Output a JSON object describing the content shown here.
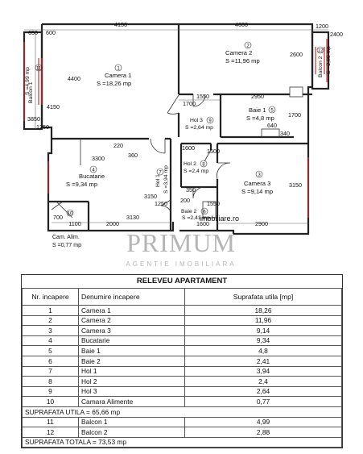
{
  "rooms": [
    {
      "num": "1",
      "name": "Camera 1",
      "area": "S =18,26 mp"
    },
    {
      "num": "2",
      "name": "Camera 2",
      "area": "S =11,96 mp"
    },
    {
      "num": "3",
      "name": "Camera 3",
      "area": "S =9,14 mp"
    },
    {
      "num": "4",
      "name": "Bucatarie",
      "area": "S =9,34 mp"
    },
    {
      "num": "5",
      "name": "Baie 1",
      "area": "S =4,8 mp"
    },
    {
      "num": "6",
      "name": "Baie 2",
      "area": "S =2,41 mp"
    },
    {
      "num": "7",
      "name": "Hol 1",
      "area": "S =3,94 mp"
    },
    {
      "num": "8",
      "name": "Hol 2",
      "area": "S =2,4 mp"
    },
    {
      "num": "9",
      "name": "Hol 3",
      "area": "S =2,64 mp"
    },
    {
      "num": "10",
      "name": "Cam. Alim.",
      "area": "S =0,77 mp"
    },
    {
      "num": "11",
      "name": "Balcon 1",
      "area": "S =4,99 mp"
    },
    {
      "num": "12",
      "name": "Balcon 2",
      "area": "S =2,88 mp"
    }
  ],
  "dimensions": [
    "650",
    "600",
    "4150",
    "4600",
    "1200",
    "2400",
    "4400",
    "2600",
    "1550",
    "2950",
    "1700",
    "4150",
    "1700",
    "640",
    "340",
    "3850",
    "1250",
    "220",
    "1600",
    "1500",
    "3300",
    "360",
    "3150",
    "1250",
    "350",
    "200",
    "1550",
    "700",
    "1100",
    "2000",
    "3130",
    "1600",
    "2900"
  ],
  "watermark": {
    "brand": "PRIMUM",
    "subtitle": "AGENTIE IMOBILIARA",
    "site": "imobiliare.ro"
  },
  "table": {
    "title": "RELEVEU APARTAMENT",
    "headers": [
      "Nr. incapere",
      "Denumire incapere",
      "Suprafata utila [mp]"
    ],
    "rows": [
      [
        "1",
        "Camera 1",
        "18,26"
      ],
      [
        "2",
        "Camera 2",
        "11,96"
      ],
      [
        "3",
        "Camera 3",
        "9,14"
      ],
      [
        "4",
        "Bucatarie",
        "9,34"
      ],
      [
        "5",
        "Baie 1",
        "4,8"
      ],
      [
        "6",
        "Baie 2",
        "2,41"
      ],
      [
        "7",
        "Hol 1",
        "3,94"
      ],
      [
        "8",
        "Hol 2",
        "2,4"
      ],
      [
        "9",
        "Hol 3",
        "2,64"
      ],
      [
        "10",
        "Camara Alimente",
        "0,77"
      ]
    ],
    "subtotal_label": "SUPRAFATA UTILA = 65,66 mp",
    "balcony_rows": [
      [
        "11",
        "Balcon 1",
        "4,99"
      ],
      [
        "12",
        "Balcon 2",
        "2,88"
      ]
    ],
    "total_label": "SUPRAFATA TOTALA = 73,53 mp"
  }
}
